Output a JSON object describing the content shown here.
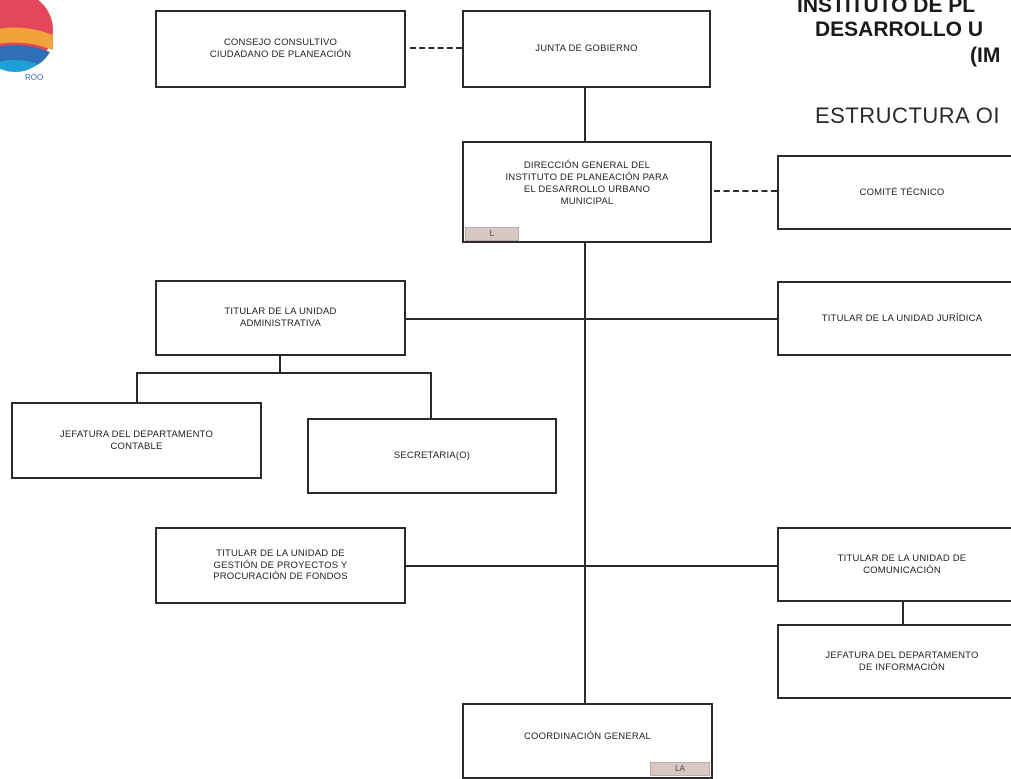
{
  "header": {
    "title_line1": "INSTITUTO DE PL",
    "title_line2": "DESARROLLO U",
    "title_line3": "(IM",
    "subtitle": "ESTRUCTURA OI"
  },
  "logo": {
    "colors": [
      "#e5475a",
      "#f2a23a",
      "#2f6fb8",
      "#1e9fd8"
    ],
    "text": "ROO"
  },
  "boxes": {
    "consejo": "CONSEJO CONSULTIVO\nCIUDADANO DE PLANEACIÓN",
    "junta": "JUNTA DE GOBIERNO",
    "direccion": "DIRECCIÓN GENERAL DEL\nINSTITUTO DE PLANEACIÓN PARA\nEL DESARROLLO URBANO\nMUNICIPAL",
    "comite": "COMITÉ TÉCNICO",
    "administrativa": "TITULAR DE LA UNIDAD\nADMINISTRATIVA",
    "juridica": "TITULAR DE LA UNIDAD JURÍDICA",
    "contable": "JEFATURA DEL DEPARTAMENTO\nCONTABLE",
    "secretaria": "SECRETARIA(O)",
    "gestion": "TITULAR DE LA UNIDAD DE\nGESTIÓN DE PROYECTOS Y\nPROCURACIÓN DE FONDOS",
    "comunicacion": "TITULAR DE LA UNIDAD DE\nCOMUNICACIÓN",
    "informacion": "JEFATURA DEL DEPARTAMENTO\nDE INFORMACIÓN",
    "coordinacion": "COORDINACIÓN GENERAL"
  },
  "badges": {
    "direccion": "L",
    "coordinacion": "LA"
  }
}
